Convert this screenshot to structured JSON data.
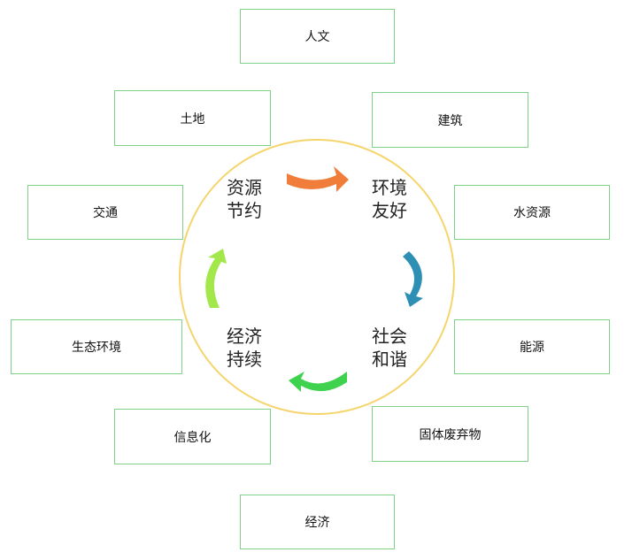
{
  "outer_boxes": {
    "renwen": "人文",
    "jianzhu": "建筑",
    "tudi": "土地",
    "shuiziyuan": "水资源",
    "jiaotong": "交通",
    "nengyuan": "能源",
    "shengtai": "生态环境",
    "guti": "固体废弃物",
    "xinxi": "信息化",
    "jingji": "经济"
  },
  "inner_labels": {
    "ziyuan": {
      "line1": "资源",
      "line2": "节约"
    },
    "huanjing": {
      "line1": "环境",
      "line2": "友好"
    },
    "shehui": {
      "line1": "社会",
      "line2": "和谐"
    },
    "jingji": {
      "line1": "经济",
      "line2": "持续"
    }
  },
  "colors": {
    "box_border": "#7fd18a",
    "circle": "#f5d56b",
    "arrow_orange": "#f07e3a",
    "arrow_blue": "#2e8fb5",
    "arrow_green": "#3fd24e",
    "arrow_lime": "#a3e84a"
  }
}
